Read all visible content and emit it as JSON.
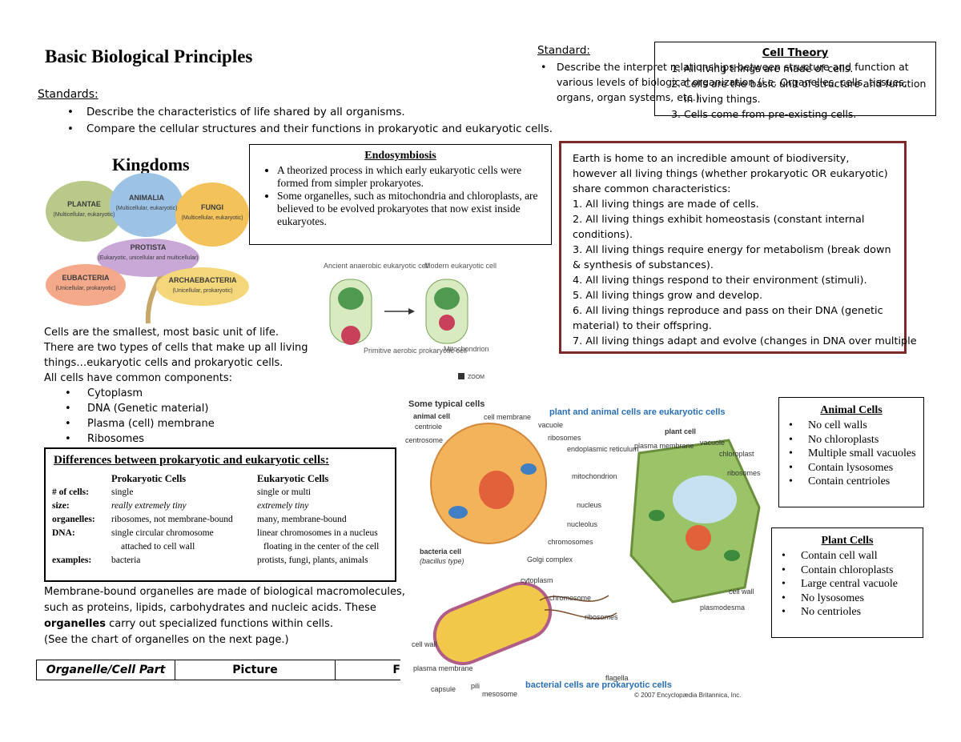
{
  "title": "Basic Biological Principles",
  "standards": {
    "label": "Standards:",
    "items": [
      "Describe the characteristics of life shared by all organisms.",
      "Compare the cellular structures and their functions in prokaryotic and eukaryotic cells."
    ]
  },
  "standard2": {
    "label": "Standard:",
    "text": "Describe the interpret relationships between structure and function at various levels of biological organization (i.e. Organelles, cells, tissues, organs, organ systems, etc.)"
  },
  "cell_theory": {
    "title": "Cell Theory",
    "items": [
      "All living things are made of cells.",
      "Cells are the basic unit of structure and function in living things.",
      "Cells come from pre-existing cells."
    ]
  },
  "kingdoms": {
    "title": "Kingdoms",
    "petals": [
      {
        "name": "PLANTAE",
        "desc": "(Multicellular, eukaryotic)"
      },
      {
        "name": "ANIMALIA",
        "desc": "(Multicellular, eukaryotic)"
      },
      {
        "name": "FUNGI",
        "desc": "(Multicellular, eukaryotic)"
      },
      {
        "name": "PROTISTA",
        "desc": "(Eukaryotic, unicellular and multicellular)"
      },
      {
        "name": "EUBACTERIA",
        "desc": "(Unicellular, prokaryotic)"
      },
      {
        "name": "ARCHAEBACTERIA",
        "desc": "(Unicellular, prokaryotic)"
      }
    ]
  },
  "endosymbiosis": {
    "title": "Endosymbiosis",
    "items": [
      "A theorized process in which early eukaryotic cells were formed from simpler prokaryotes.",
      "Some organelles, such as mitochondria and chloroplasts, are believed to be evolved prokaryotes that now exist inside eukaryotes."
    ],
    "diagram": {
      "left_label": "Ancient anaerobic eukaryotic cell",
      "right_label": "Modern eukaryotic cell",
      "aerobic_label": "Primitive aerobic prokaryotic cell",
      "mito_label": "Mitochondrion",
      "zoom": "ZOOM"
    }
  },
  "diversity": {
    "intro": "Earth is home to an incredible amount of biodiversity, however all living things (whether prokaryotic OR eukaryotic) share common characteristics:",
    "items": [
      "1.  All living things are made of cells.",
      "2.  All living things exhibit homeostasis (constant internal conditions).",
      "3.  All living things require energy for metabolism (break down & synthesis of substances).",
      "4.  All living things respond to their environment (stimuli).",
      "5.  All living things grow and develop.",
      "6.  All living things reproduce and pass on their DNA (genetic material) to their offspring.",
      "7.  All living things adapt and evolve (changes in DNA over multiple"
    ]
  },
  "cells_intro": {
    "lines": [
      "Cells are the smallest, most basic unit of life.",
      "There are two types of cells that make up all living",
      " things…eukaryotic cells and prokaryotic cells.",
      "All cells have common components:"
    ],
    "components": [
      "Cytoplasm",
      "DNA (Genetic material)",
      "Plasma (cell) membrane",
      "Ribosomes"
    ]
  },
  "differences": {
    "title": "Differences between prokaryotic and eukaryotic cells:",
    "col1": "Prokaryotic Cells",
    "col2": "Eukaryotic Cells",
    "rows": [
      {
        "label": "# of cells:",
        "pro": "single",
        "eu": "single or multi"
      },
      {
        "label": "size:",
        "pro": "really extremely tiny",
        "eu": "extremely tiny"
      },
      {
        "label": "organelles:",
        "pro": "ribosomes, not membrane-bound",
        "eu": "many, membrane-bound"
      },
      {
        "label": "DNA:",
        "pro": "single circular chromosome",
        "eu": "linear chromosomes in a nucleus"
      },
      {
        "label": "",
        "pro": "  attached to cell wall",
        "eu": "  floating in the center of the cell"
      },
      {
        "label": "examples:",
        "pro": "bacteria",
        "eu": "protists, fungi, plants, animals"
      }
    ]
  },
  "macro": {
    "line1": "Membrane-bound organelles are made of biological macromolecules,",
    "line2": "such as proteins, lipids, carbohydrates and nucleic acids. These",
    "bold": "organelles",
    "line3": " carry out specialized functions within cells.",
    "line4": "(See the chart of organelles on the next page.)"
  },
  "organelle_table": {
    "headers": [
      "Organelle/Cell Part",
      "Picture",
      "F"
    ]
  },
  "typical_cells": {
    "title": "Some typical cells",
    "eukaryotic_caption": "plant and animal cells are eukaryotic cells",
    "prokaryotic_caption": "bacterial cells are prokaryotic cells",
    "copyright": "© 2007 Encyclopædia Britannica, Inc.",
    "animal_cell": "animal cell",
    "plant_cell": "plant cell",
    "bacteria_cell": "bacteria cell",
    "bacillus": "(bacillus type)",
    "labels": {
      "cell_membrane": "cell membrane",
      "centriole": "centriole",
      "vacuole": "vacuole",
      "centrosome": "centrosome",
      "ribosomes": "ribosomes",
      "er": "endoplasmic reticulum",
      "plasma_membrane": "plasma membrane",
      "vacuole2": "vacuole",
      "chloroplast": "chloroplast",
      "ribosomes2": "ribosomes",
      "mitochondrion": "mitochondrion",
      "nucleus": "nucleus",
      "nucleolus": "nucleolus",
      "chromosomes": "chromosomes",
      "golgi": "Golgi complex",
      "cytoplasm": "cytoplasm",
      "chromosome": "chromosome",
      "ribosomes3": "ribosomes",
      "cell_wall": "cell wall",
      "plasmodesma": "plasmodesma",
      "cell_wall2": "cell wall",
      "plasma_membrane2": "plasma membrane",
      "capsule": "capsule",
      "pili": "pili",
      "mesosome": "mesosome",
      "flagella": "flagella"
    }
  },
  "animal_cells": {
    "title": "Animal Cells",
    "items": [
      "No cell walls",
      "No chloroplasts",
      "Multiple small vacuoles",
      "Contain lysosomes",
      "Contain centrioles"
    ]
  },
  "plant_cells": {
    "title": "Plant Cells",
    "items": [
      "Contain cell wall",
      "Contain chloroplasts",
      "Large central vacuole",
      "No lysosomes",
      "No centrioles"
    ]
  },
  "colors": {
    "plantae": "#b8c98a",
    "animalia": "#9cc3e6",
    "fungi": "#f3c25a",
    "protista": "#c9a8d8",
    "eubacteria": "#f4a98a",
    "archaebacteria": "#f4d77a",
    "diversity_border": "#7b2a2a",
    "caption_blue": "#2a6fb5"
  }
}
